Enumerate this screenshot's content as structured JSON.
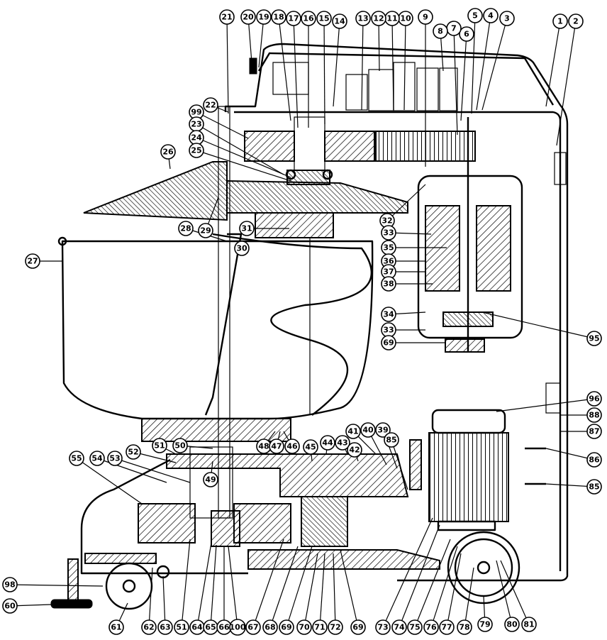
{
  "labels": [
    {
      "text": "1"
    },
    {
      "text": "2"
    },
    {
      "text": "3"
    },
    {
      "text": "4"
    },
    {
      "text": "5"
    },
    {
      "text": "6"
    },
    {
      "text": "7"
    },
    {
      "text": "8"
    },
    {
      "text": "9"
    },
    {
      "text": "10"
    },
    {
      "text": "11"
    },
    {
      "text": "12"
    },
    {
      "text": "13"
    },
    {
      "text": "14"
    },
    {
      "text": "15"
    },
    {
      "text": "16"
    },
    {
      "text": "17"
    },
    {
      "text": "18"
    },
    {
      "text": "19"
    },
    {
      "text": "20"
    },
    {
      "text": "21"
    },
    {
      "text": "22"
    },
    {
      "text": "99"
    },
    {
      "text": "23"
    },
    {
      "text": "24"
    },
    {
      "text": "25"
    },
    {
      "text": "26"
    },
    {
      "text": "28"
    },
    {
      "text": "29"
    },
    {
      "text": "31"
    },
    {
      "text": "27"
    },
    {
      "text": "30"
    },
    {
      "text": "32"
    },
    {
      "text": "33"
    },
    {
      "text": "35"
    },
    {
      "text": "36"
    },
    {
      "text": "37"
    },
    {
      "text": "38"
    },
    {
      "text": "34"
    },
    {
      "text": "33"
    },
    {
      "text": "69"
    },
    {
      "text": "95"
    },
    {
      "text": "96"
    },
    {
      "text": "88"
    },
    {
      "text": "87"
    },
    {
      "text": "86"
    },
    {
      "text": "85"
    },
    {
      "text": "41"
    },
    {
      "text": "40"
    },
    {
      "text": "39"
    },
    {
      "text": "85"
    },
    {
      "text": "44"
    },
    {
      "text": "45"
    },
    {
      "text": "43"
    },
    {
      "text": "42"
    },
    {
      "text": "48"
    },
    {
      "text": "47"
    },
    {
      "text": "46"
    },
    {
      "text": "51"
    },
    {
      "text": "50"
    },
    {
      "text": "52"
    },
    {
      "text": "49"
    },
    {
      "text": "55"
    },
    {
      "text": "54"
    },
    {
      "text": "53"
    },
    {
      "text": "98"
    },
    {
      "text": "60"
    },
    {
      "text": "61"
    },
    {
      "text": "62"
    },
    {
      "text": "63"
    },
    {
      "text": "51"
    },
    {
      "text": "64"
    },
    {
      "text": "65"
    },
    {
      "text": "66"
    },
    {
      "text": "100"
    },
    {
      "text": "67"
    },
    {
      "text": "68"
    },
    {
      "text": "69"
    },
    {
      "text": "70"
    },
    {
      "text": "71"
    },
    {
      "text": "72"
    },
    {
      "text": "69"
    },
    {
      "text": "73"
    },
    {
      "text": "74"
    },
    {
      "text": "75"
    },
    {
      "text": "76"
    },
    {
      "text": "77"
    },
    {
      "text": "78"
    },
    {
      "text": "79"
    },
    {
      "text": "80"
    },
    {
      "text": "81"
    }
  ]
}
